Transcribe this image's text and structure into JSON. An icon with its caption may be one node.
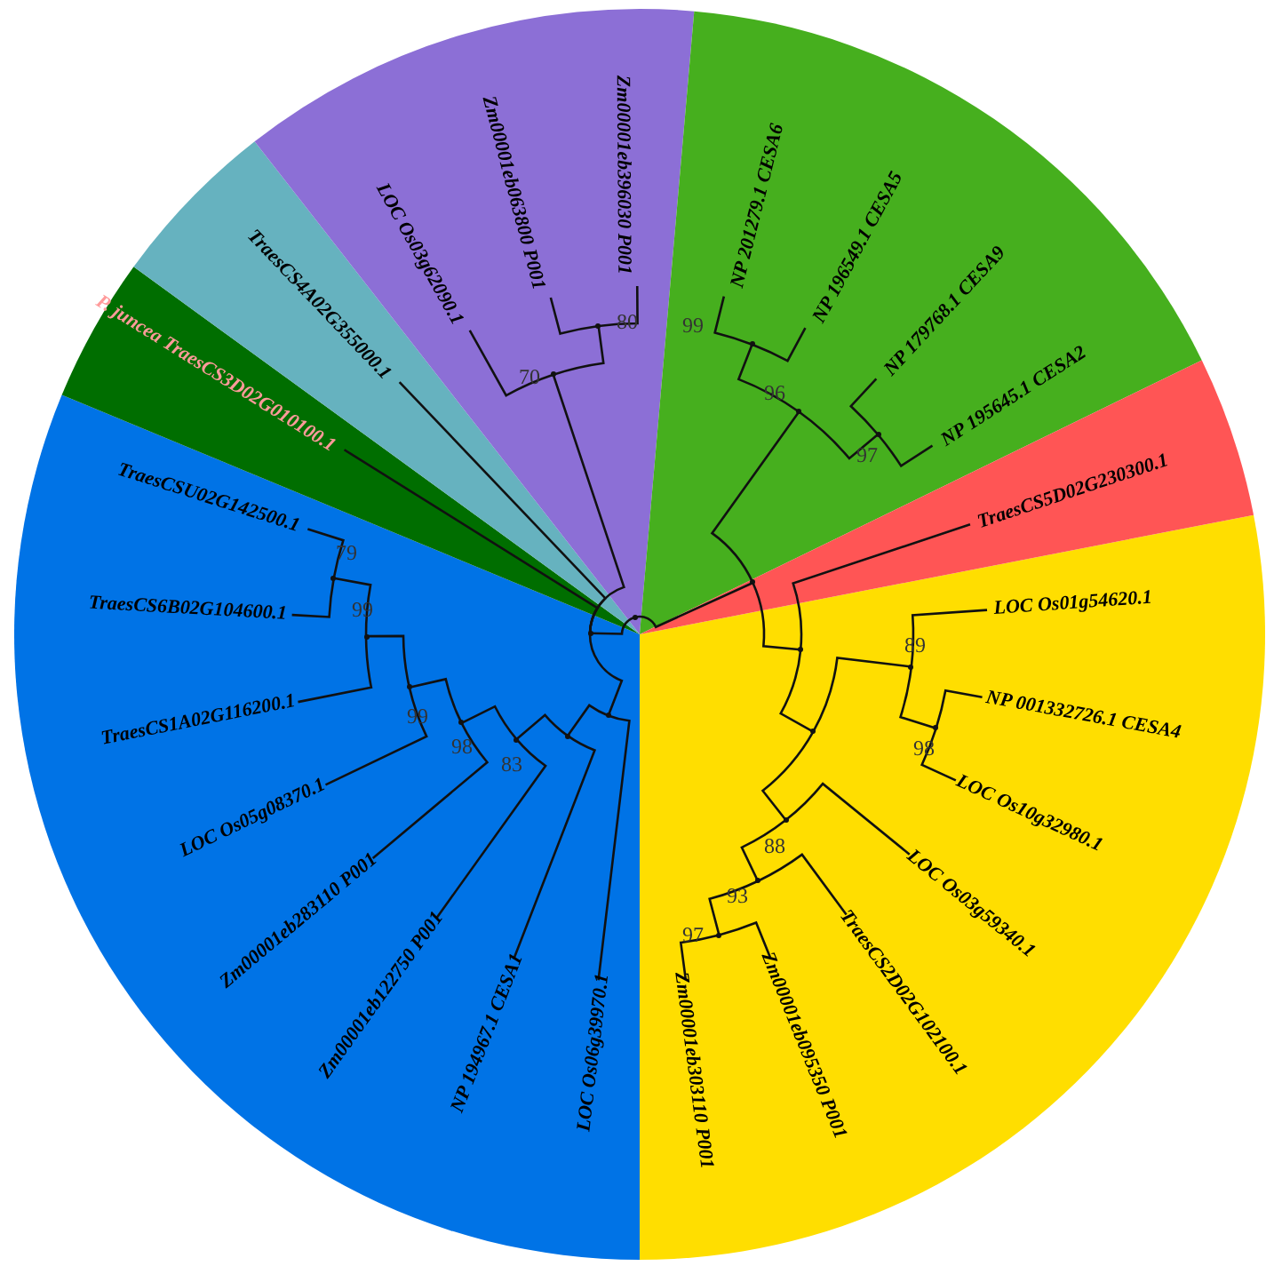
{
  "diagram": {
    "nodes": [
      {
        "text": [
          "LOC Os01g54620.1"
        ]
      },
      {
        "text": [
          "NP 001332726.1 CESA4"
        ]
      },
      {
        "text": [
          "LOC Os10g32980.1"
        ]
      },
      {
        "text": [
          "LOC Os03g59340.1"
        ]
      },
      {
        "text": [
          "TraesCS2D02G102100.1"
        ]
      },
      {
        "text": [
          "Zm00001eb095350 P001"
        ]
      },
      {
        "text": [
          "Zm00001eb303110 P001"
        ]
      },
      {
        "text": [
          "LOC Os06g39970.1"
        ]
      },
      {
        "text": [
          "NP 194967.1 CESA1"
        ]
      },
      {
        "text": [
          "Zm00001eb122750 P001"
        ]
      },
      {
        "text": [
          "Zm00001eb283110 P001"
        ]
      },
      {
        "text": [
          "LOC Os05g08370.1"
        ]
      },
      {
        "text": [
          "TraesCS1A02G116200.1"
        ]
      },
      {
        "text": [
          "TraesCS6B02G104600.1"
        ]
      },
      {
        "text": [
          "TraesCSU02G142500.1"
        ]
      },
      {
        "text": [
          "P. juncea TraesCS3D02G010100.1"
        ]
      },
      {
        "text": [
          "TraesCS4A02G355000.1"
        ]
      },
      {
        "text": [
          "LOC Os03g62090.1"
        ]
      },
      {
        "text": [
          "Zm00001eb063800 P001"
        ]
      },
      {
        "text": [
          "Zm00001eb396030 P001"
        ]
      },
      {
        "text": [
          "NP 201279.1 CESA6"
        ]
      },
      {
        "text": [
          "NP 196549.1 CESA5"
        ]
      },
      {
        "text": [
          "NP 179768.1 CESA9"
        ]
      },
      {
        "text": [
          "NP 195645.1 CESA2"
        ]
      },
      {
        "text": [
          "TraesCS5D02G230300.1"
        ]
      },
      {
        "text": [],
        "shape": "point"
      },
      {
        "text": [],
        "shape": "point"
      },
      {
        "text": [],
        "shape": "point"
      },
      {
        "text": [],
        "shape": "point"
      },
      {
        "text": [],
        "shape": "point",
        "beside": [
          "70"
        ]
      },
      {
        "text": [],
        "shape": "point",
        "beside": [
          "96"
        ]
      },
      {
        "text": [],
        "shape": "point"
      },
      {
        "text": [],
        "shape": "point"
      },
      {
        "text": [],
        "shape": "point",
        "beside": [
          "83"
        ]
      },
      {
        "text": [],
        "shape": "point",
        "beside": [
          "98"
        ]
      },
      {
        "text": [],
        "shape": "point",
        "beside": [
          "99"
        ]
      },
      {
        "text": [],
        "shape": "point",
        "beside": [
          "99"
        ]
      },
      {
        "text": [],
        "shape": "point",
        "beside": [
          "79"
        ]
      },
      {
        "text": [],
        "shape": "point",
        "beside": [
          "80"
        ]
      },
      {
        "text": [],
        "shape": "point",
        "beside": [
          "99"
        ]
      },
      {
        "text": [],
        "shape": "point",
        "beside": [
          "97"
        ]
      },
      {
        "text": [],
        "shape": "point"
      },
      {
        "text": [],
        "shape": "point",
        "beside": [
          "89"
        ]
      },
      {
        "text": [],
        "shape": "point",
        "beside": [
          "88"
        ]
      },
      {
        "text": [],
        "shape": "point",
        "beside": [
          "98"
        ]
      },
      {
        "text": [],
        "shape": "point",
        "beside": [
          "93"
        ]
      },
      {
        "text": [],
        "shape": "point",
        "beside": [
          "97"
        ]
      }
    ],
    "edges": [
      {
        "from": 25,
        "to": 26,
        "arrow": "none"
      },
      {
        "from": 25,
        "to": 27,
        "arrow": "none"
      },
      {
        "from": 26,
        "to": 28,
        "arrow": "none"
      },
      {
        "from": 26,
        "to": 15,
        "arrow": "none"
      },
      {
        "from": 26,
        "to": 16,
        "arrow": "none"
      },
      {
        "from": 26,
        "to": 29,
        "arrow": "none"
      },
      {
        "from": 27,
        "to": 30,
        "arrow": "none"
      },
      {
        "from": 27,
        "to": 31,
        "arrow": "none"
      },
      {
        "from": 28,
        "to": 7,
        "arrow": "none"
      },
      {
        "from": 28,
        "to": 32,
        "arrow": "none"
      },
      {
        "from": 32,
        "to": 8,
        "arrow": "none"
      },
      {
        "from": 32,
        "to": 33,
        "arrow": "none"
      },
      {
        "from": 33,
        "to": 9,
        "arrow": "none"
      },
      {
        "from": 33,
        "to": 34,
        "arrow": "none"
      },
      {
        "from": 34,
        "to": 10,
        "arrow": "none"
      },
      {
        "from": 34,
        "to": 35,
        "arrow": "none"
      },
      {
        "from": 35,
        "to": 11,
        "arrow": "none"
      },
      {
        "from": 35,
        "to": 36,
        "arrow": "none"
      },
      {
        "from": 36,
        "to": 12,
        "arrow": "none"
      },
      {
        "from": 36,
        "to": 37,
        "arrow": "none"
      },
      {
        "from": 37,
        "to": 13,
        "arrow": "none"
      },
      {
        "from": 37,
        "to": 14,
        "arrow": "none"
      },
      {
        "from": 29,
        "to": 17,
        "arrow": "none"
      },
      {
        "from": 29,
        "to": 38,
        "arrow": "none"
      },
      {
        "from": 38,
        "to": 18,
        "arrow": "none"
      },
      {
        "from": 38,
        "to": 19,
        "arrow": "none"
      },
      {
        "from": 30,
        "to": 39,
        "arrow": "none"
      },
      {
        "from": 30,
        "to": 40,
        "arrow": "none"
      },
      {
        "from": 39,
        "to": 20,
        "arrow": "none"
      },
      {
        "from": 39,
        "to": 21,
        "arrow": "none"
      },
      {
        "from": 40,
        "to": 22,
        "arrow": "none"
      },
      {
        "from": 40,
        "to": 23,
        "arrow": "none"
      },
      {
        "from": 31,
        "to": 24,
        "arrow": "none"
      },
      {
        "from": 31,
        "to": 41,
        "arrow": "none"
      },
      {
        "from": 41,
        "to": 42,
        "arrow": "none"
      },
      {
        "from": 41,
        "to": 43,
        "arrow": "none"
      },
      {
        "from": 42,
        "to": 0,
        "arrow": "none"
      },
      {
        "from": 42,
        "to": 44,
        "arrow": "none"
      },
      {
        "from": 44,
        "to": 1,
        "arrow": "none"
      },
      {
        "from": 44,
        "to": 2,
        "arrow": "none"
      },
      {
        "from": 43,
        "to": 3,
        "arrow": "none"
      },
      {
        "from": 43,
        "to": 45,
        "arrow": "none"
      },
      {
        "from": 45,
        "to": 4,
        "arrow": "none"
      },
      {
        "from": 45,
        "to": 46,
        "arrow": "none"
      },
      {
        "from": 46,
        "to": 5,
        "arrow": "none"
      },
      {
        "from": 46,
        "to": 6,
        "arrow": "none"
      }
    ]
  }
}
